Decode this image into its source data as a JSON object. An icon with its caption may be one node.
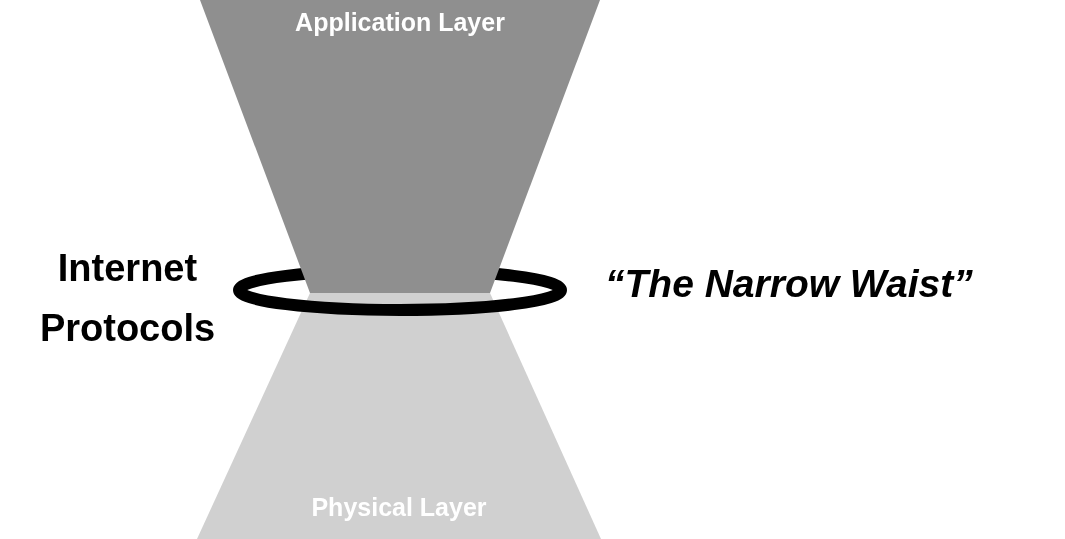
{
  "diagram": {
    "nodes": [
      {
        "text": [
          "Application Layer"
        ]
      },
      {
        "text": [],
        "shape": "ring"
      },
      {
        "text": [
          "Physical Layer"
        ]
      }
    ],
    "labels": [
      "Internet Protocols",
      "“The Narrow Waist”"
    ]
  }
}
